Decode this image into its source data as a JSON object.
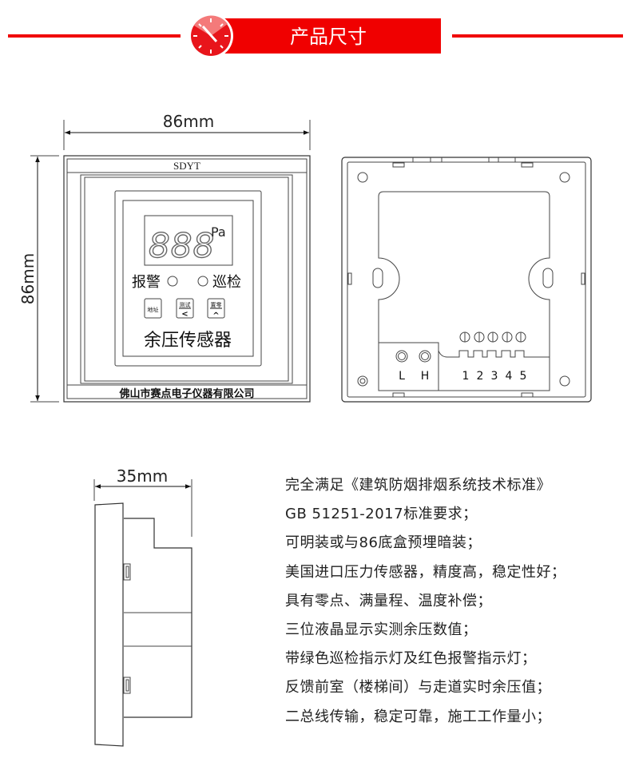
{
  "header": {
    "title": "产品尺寸",
    "accent_color": "#f00000",
    "icon": "gauge-icon"
  },
  "front_view": {
    "width_label": "86mm",
    "height_label": "86mm",
    "brand": "SDYT",
    "display_digits": "888",
    "unit": "Pa",
    "alarm_label": "报警",
    "patrol_label": "巡检",
    "buttons": [
      {
        "top": "地址",
        "bottom": ""
      },
      {
        "top": "测试",
        "bottom": "<"
      },
      {
        "top": "置零",
        "bottom": "^"
      }
    ],
    "product_name": "余压传感器",
    "company": "佛山市赛点电子仪器有限公司"
  },
  "back_view": {
    "port_labels": [
      "L",
      "H"
    ],
    "terminal_labels": [
      "1",
      "2",
      "3",
      "4",
      "5"
    ]
  },
  "side_view": {
    "depth_label": "35mm"
  },
  "features": [
    "完全满足《建筑防烟排烟系统技术标准》",
    "GB 51251-2017标准要求；",
    "可明装或与86底盒预埋暗装；",
    "美国进口压力传感器，精度高，稳定性好；",
    "具有零点、满量程、温度补偿；",
    "三位液晶显示实测余压数值；",
    "带绿色巡检指示灯及红色报警指示灯；",
    "反馈前室（楼梯间）与走道实时余压值；",
    "二总线传输，稳定可靠，施工工作量小；"
  ]
}
